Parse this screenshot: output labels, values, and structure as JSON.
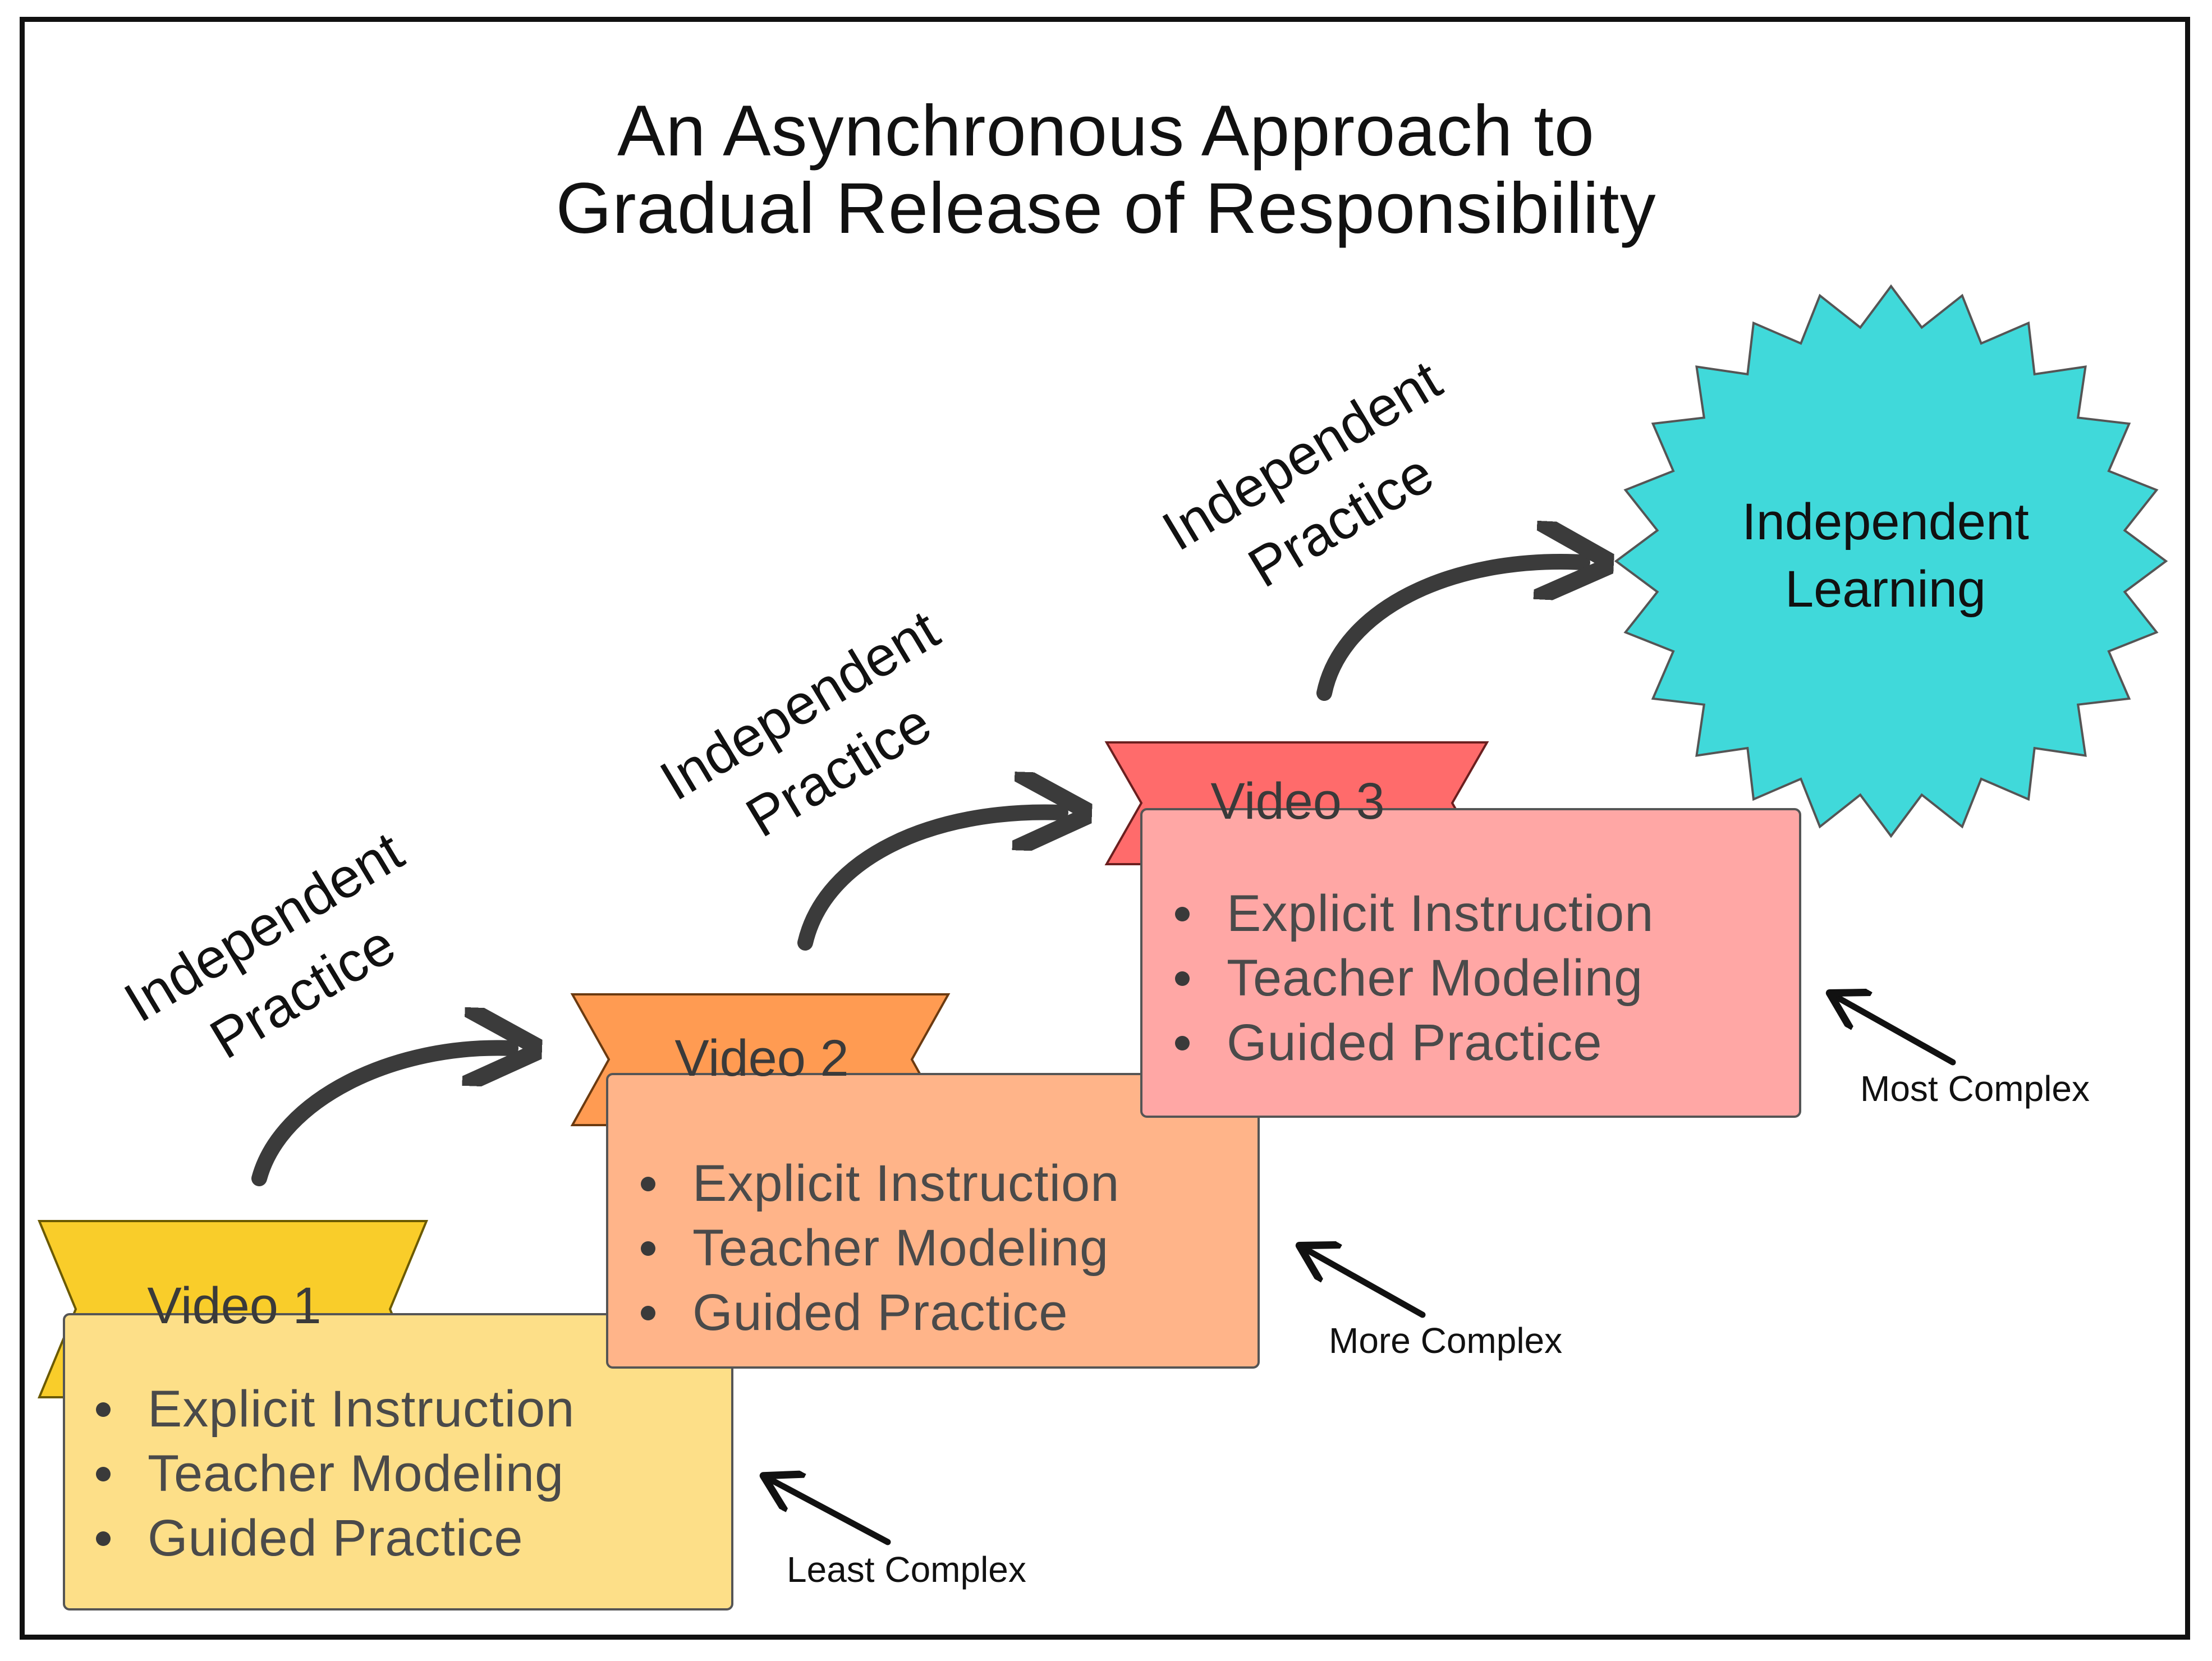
{
  "title": {
    "line1": "An Asynchronous Approach to",
    "line2": "Gradual Release of Responsibility"
  },
  "steps": [
    {
      "label": "Video 1",
      "ribbon_color": "#F9CD2A",
      "box_color": "#FDDF88",
      "items": [
        "Explicit Instruction",
        "Teacher Modeling",
        "Guided Practice"
      ],
      "complexity": "Least Complex"
    },
    {
      "label": "Video 2",
      "ribbon_color": "#FF9B52",
      "box_color": "#FFB489",
      "items": [
        "Explicit Instruction",
        "Teacher Modeling",
        "Guided Practice"
      ],
      "complexity": "More Complex"
    },
    {
      "label": "Video 3",
      "ribbon_color": "#FF6B6B",
      "box_color": "#FFA7A5",
      "items": [
        "Explicit Instruction",
        "Teacher Modeling",
        "Guided Practice"
      ],
      "complexity": "Most Complex"
    }
  ],
  "practice_labels": [
    {
      "line1": "Independent",
      "line2": "Practice"
    },
    {
      "line1": "Independent",
      "line2": "Practice"
    },
    {
      "line1": "Independent",
      "line2": "Practice"
    }
  ],
  "goal": {
    "line1": "Independent",
    "line2": "Learning",
    "color": "#40D9DA"
  }
}
